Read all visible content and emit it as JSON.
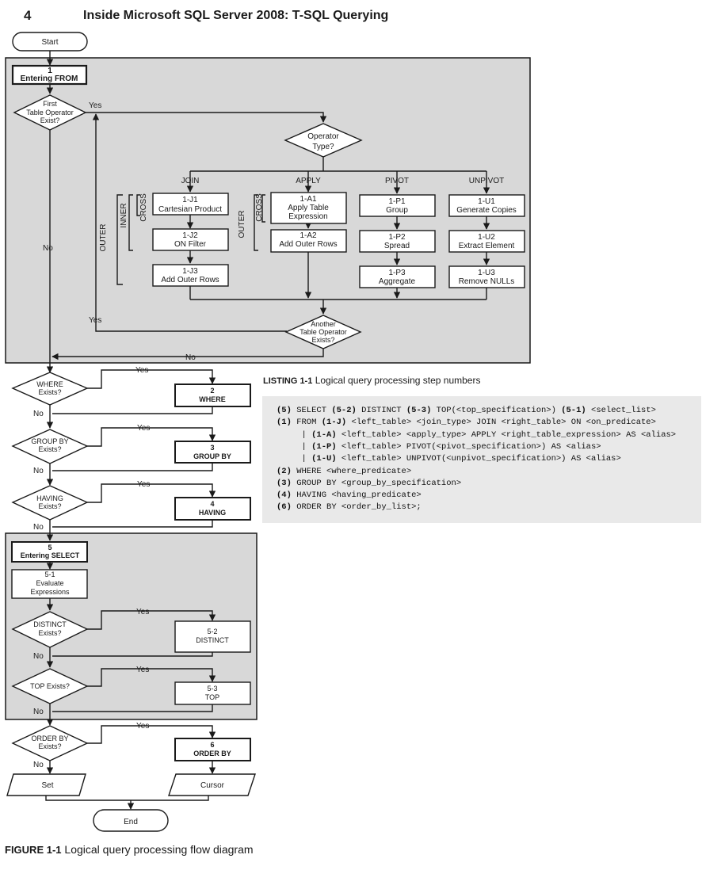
{
  "header": {
    "page_number": "4",
    "book_title": "Inside Microsoft SQL Server 2008: T-SQL Querying"
  },
  "flow": {
    "start": "Start",
    "end": "End",
    "yes": "Yes",
    "no": "No",
    "step1_num": "1",
    "step1_label": "Entering FROM",
    "first_op_lines": [
      "First",
      "Table Operator",
      "Exist?"
    ],
    "operator_type_lines": [
      "Operator",
      "Type?"
    ],
    "branch_join": "JOIN",
    "branch_apply": "APPLY",
    "branch_pivot": "PIVOT",
    "branch_unpivot": "UNPIVOT",
    "j1_id": "1-J1",
    "j1_label": "Cartesian Product",
    "j2_id": "1-J2",
    "j2_label": "ON Filter",
    "j3_id": "1-J3",
    "j3_label": "Add Outer Rows",
    "a1_id": "1-A1",
    "a1_label1": "Apply Table",
    "a1_label2": "Expression",
    "a2_id": "1-A2",
    "a2_label": "Add Outer Rows",
    "p1_id": "1-P1",
    "p1_label": "Group",
    "p2_id": "1-P2",
    "p2_label": "Spread",
    "p3_id": "1-P3",
    "p3_label": "Aggregate",
    "u1_id": "1-U1",
    "u1_label": "Generate Copies",
    "u2_id": "1-U2",
    "u2_label": "Extract Element",
    "u3_id": "1-U3",
    "u3_label": "Remove NULLs",
    "bracket_cross": "CROSS",
    "bracket_inner": "INNER",
    "bracket_outer": "OUTER",
    "another_op_lines": [
      "Another",
      "Table Operator",
      "Exists?"
    ],
    "where_q": [
      "WHERE",
      "Exists?"
    ],
    "step2_num": "2",
    "step2_label": "WHERE",
    "groupby_q": [
      "GROUP BY",
      "Exists?"
    ],
    "step3_num": "3",
    "step3_label": "GROUP BY",
    "having_q": [
      "HAVING",
      "Exists?"
    ],
    "step4_num": "4",
    "step4_label": "HAVING",
    "step5_num": "5",
    "step5_label": "Entering SELECT",
    "step51_id": "5-1",
    "step51_lines": [
      "Evaluate",
      "Expressions"
    ],
    "distinct_q": [
      "DISTINCT",
      "Exists?"
    ],
    "step52_id": "5-2",
    "step52_label": "DISTINCT",
    "top_q": "TOP Exists?",
    "step53_id": "5-3",
    "step53_label": "TOP",
    "orderby_q": [
      "ORDER BY",
      "Exists?"
    ],
    "step6_num": "6",
    "step6_label": "ORDER BY",
    "set_label": "Set",
    "cursor_label": "Cursor"
  },
  "listing": {
    "label": "LISTING 1-1",
    "title": "Logical query processing step numbers",
    "lines": [
      [
        [
          "b",
          "(5)"
        ],
        [
          "t",
          " SELECT "
        ],
        [
          "b",
          "(5-2)"
        ],
        [
          "t",
          " DISTINCT "
        ],
        [
          "b",
          "(5-3)"
        ],
        [
          "t",
          " TOP(<top_specification>) "
        ],
        [
          "b",
          "(5-1)"
        ],
        [
          "t",
          " <select_list>"
        ]
      ],
      [
        [
          "b",
          "(1)"
        ],
        [
          "t",
          " FROM "
        ],
        [
          "b",
          "(1-J)"
        ],
        [
          "t",
          " <left_table> <join_type> JOIN <right_table> ON <on_predicate>"
        ]
      ],
      [
        [
          "t",
          "     | "
        ],
        [
          "b",
          "(1-A)"
        ],
        [
          "t",
          " <left_table> <apply_type> APPLY <right_table_expression> AS <alias>"
        ]
      ],
      [
        [
          "t",
          "     | "
        ],
        [
          "b",
          "(1-P)"
        ],
        [
          "t",
          " <left_table> PIVOT(<pivot_specification>) AS <alias>"
        ]
      ],
      [
        [
          "t",
          "     | "
        ],
        [
          "b",
          "(1-U)"
        ],
        [
          "t",
          " <left_table> UNPIVOT(<unpivot_specification>) AS <alias>"
        ]
      ],
      [
        [
          "b",
          "(2)"
        ],
        [
          "t",
          " WHERE <where_predicate>"
        ]
      ],
      [
        [
          "b",
          "(3)"
        ],
        [
          "t",
          " GROUP BY <group_by_specification>"
        ]
      ],
      [
        [
          "b",
          "(4)"
        ],
        [
          "t",
          " HAVING <having_predicate>"
        ]
      ],
      [
        [
          "b",
          "(6)"
        ],
        [
          "t",
          " ORDER BY <order_by_list>;"
        ]
      ]
    ]
  },
  "figure": {
    "label": "FIGURE 1-1",
    "caption": "Logical query processing flow diagram"
  },
  "colors": {
    "panel": "#d8d8d8",
    "listing_bg": "#e9e9e9",
    "ink": "#1a1a1a"
  }
}
